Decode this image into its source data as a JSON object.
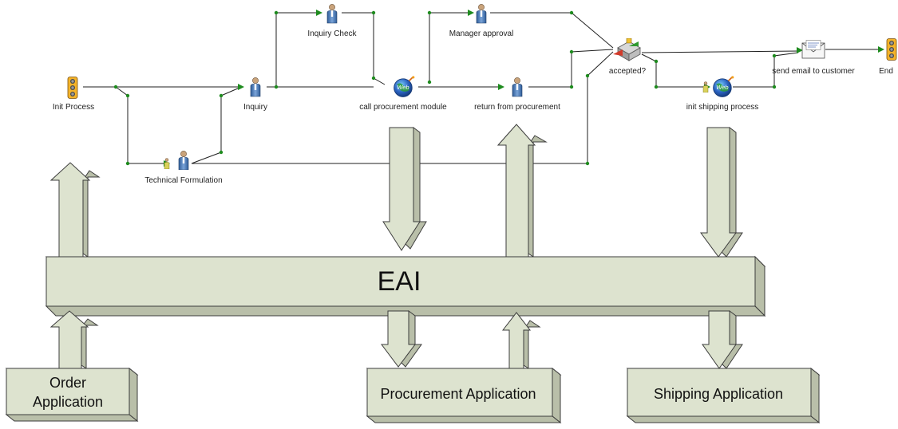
{
  "diagram": {
    "bus_label": "EAI",
    "applications": {
      "order": "Order\nApplication",
      "procurement": "Procurement Application",
      "shipping": "Shipping Application"
    },
    "nodes": {
      "init_process": "Init Process",
      "technical_formulation": "Technical Formulation",
      "inquiry": "Inquiry",
      "inquiry_check": "Inquiry Check",
      "call_procurement_module": "call procurement module",
      "manager_approval": "Manager approval",
      "return_from_procurement": "return from procurement",
      "accepted": "accepted?",
      "init_shipping_process": "init shipping process",
      "send_email_to_customer": "send email to customer",
      "end": "End"
    },
    "icons": {
      "init_process": "traffic-light-icon",
      "technical_formulation": "person-icon",
      "inquiry": "person-icon",
      "inquiry_check": "person-icon",
      "call_procurement_module": "web-globe-icon",
      "manager_approval": "person-icon",
      "return_from_procurement": "person-icon",
      "accepted": "decision-icon",
      "init_shipping_process": "web-globe-icon",
      "send_email_to_customer": "email-icon",
      "end": "traffic-light-icon"
    },
    "colors": {
      "connector_dot": "#1e8b1e",
      "box_face": "#dde3cf",
      "box_side": "#b9bfa9",
      "box_top": "#eef1e4",
      "person": "#4a78b5",
      "globe": "#2b63c2"
    }
  }
}
